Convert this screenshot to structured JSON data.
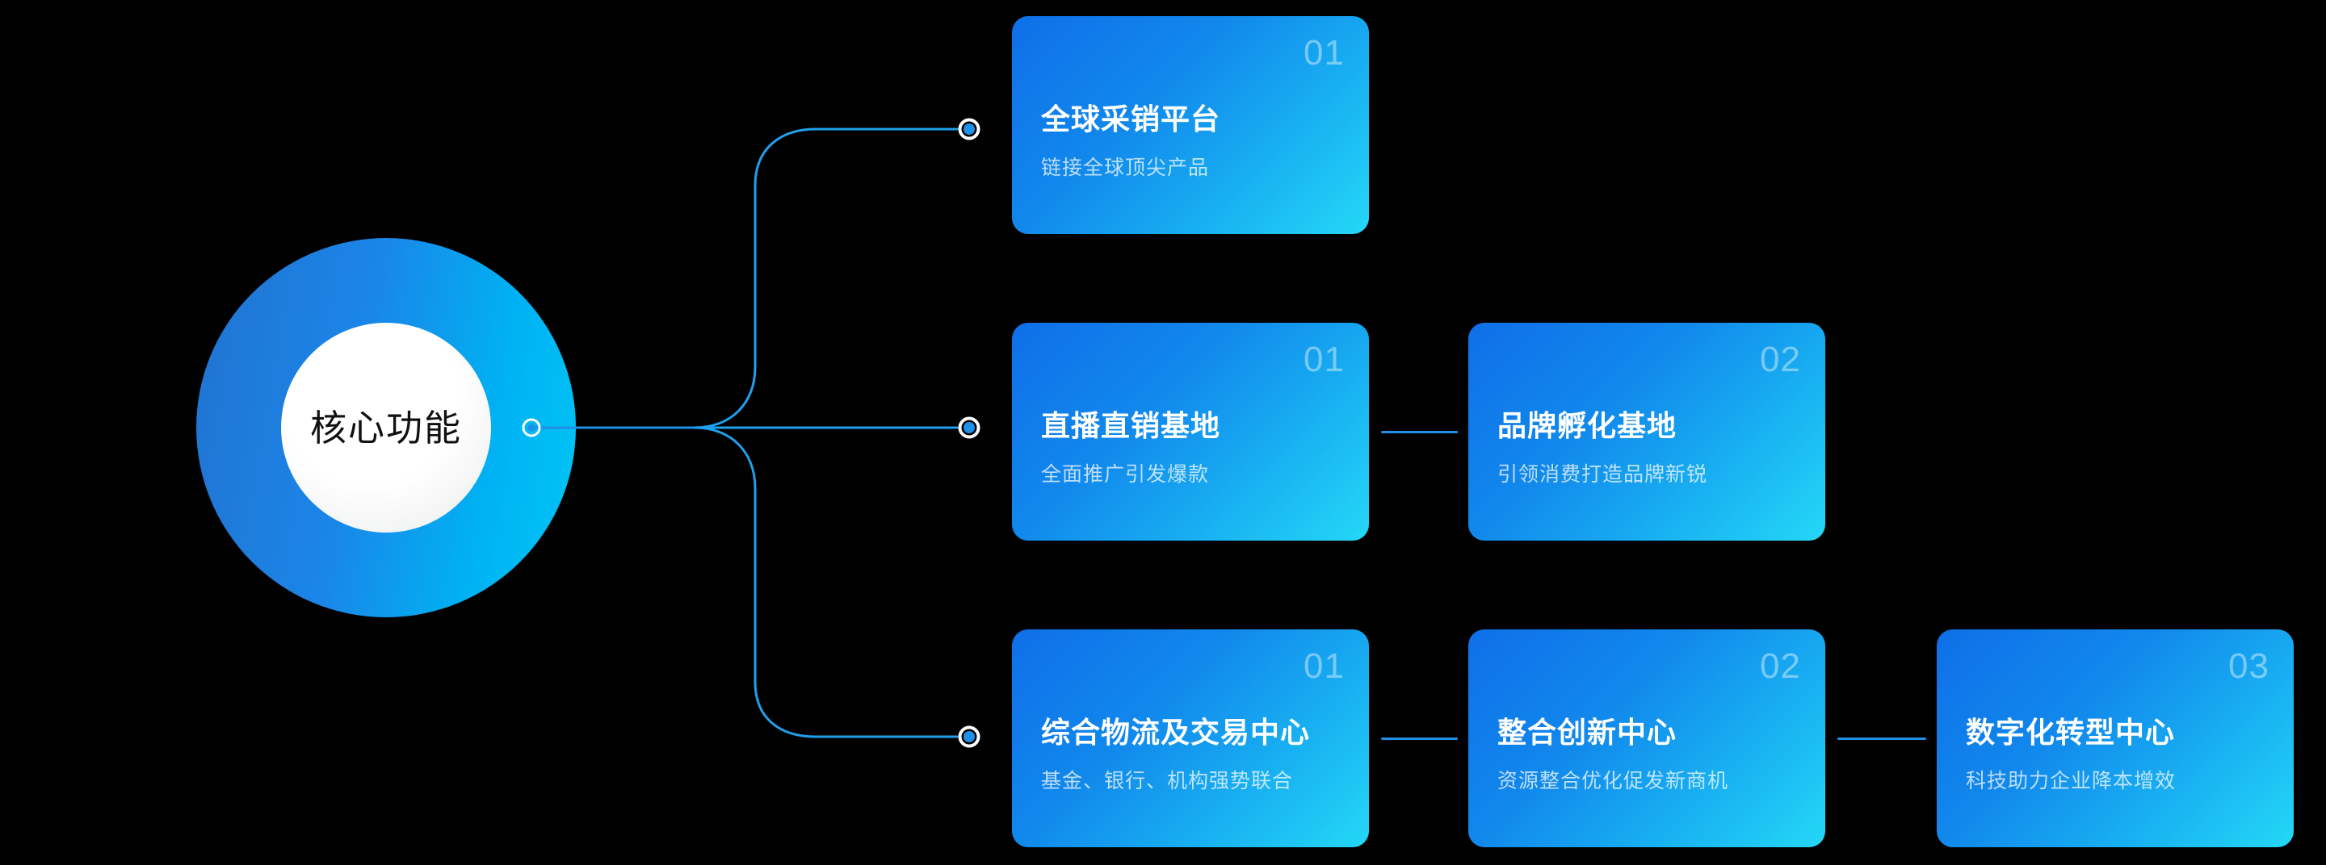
{
  "diagram": {
    "title": "核心功能",
    "background_color": "#000000",
    "accent_color": "#1f8fe8",
    "hub": {
      "label": "核心功能",
      "outer_gradient_from": "#2272d0",
      "outer_gradient_to": "#00c6f5",
      "inner_fill": "#ffffff"
    },
    "node_dot": {
      "icon": "connector-dot-icon",
      "ring_color": "#ffffff",
      "fill_color": "#1f8fe8"
    },
    "branches": [
      {
        "id": "branch-1",
        "cards": [
          {
            "number": "01",
            "title": "全球采销平台",
            "subtitle": "链接全球顶尖产品"
          }
        ]
      },
      {
        "id": "branch-2",
        "cards": [
          {
            "number": "01",
            "title": "直播直销基地",
            "subtitle": "全面推广引发爆款"
          },
          {
            "number": "02",
            "title": "品牌孵化基地",
            "subtitle": "引领消费打造品牌新锐"
          }
        ]
      },
      {
        "id": "branch-3",
        "cards": [
          {
            "number": "01",
            "title": "综合物流及交易中心",
            "subtitle": "基金、银行、机构强势联合"
          },
          {
            "number": "02",
            "title": "整合创新中心",
            "subtitle": "资源整合优化促发新商机"
          },
          {
            "number": "03",
            "title": "数字化转型中心",
            "subtitle": "科技助力企业降本增效"
          }
        ]
      }
    ]
  }
}
